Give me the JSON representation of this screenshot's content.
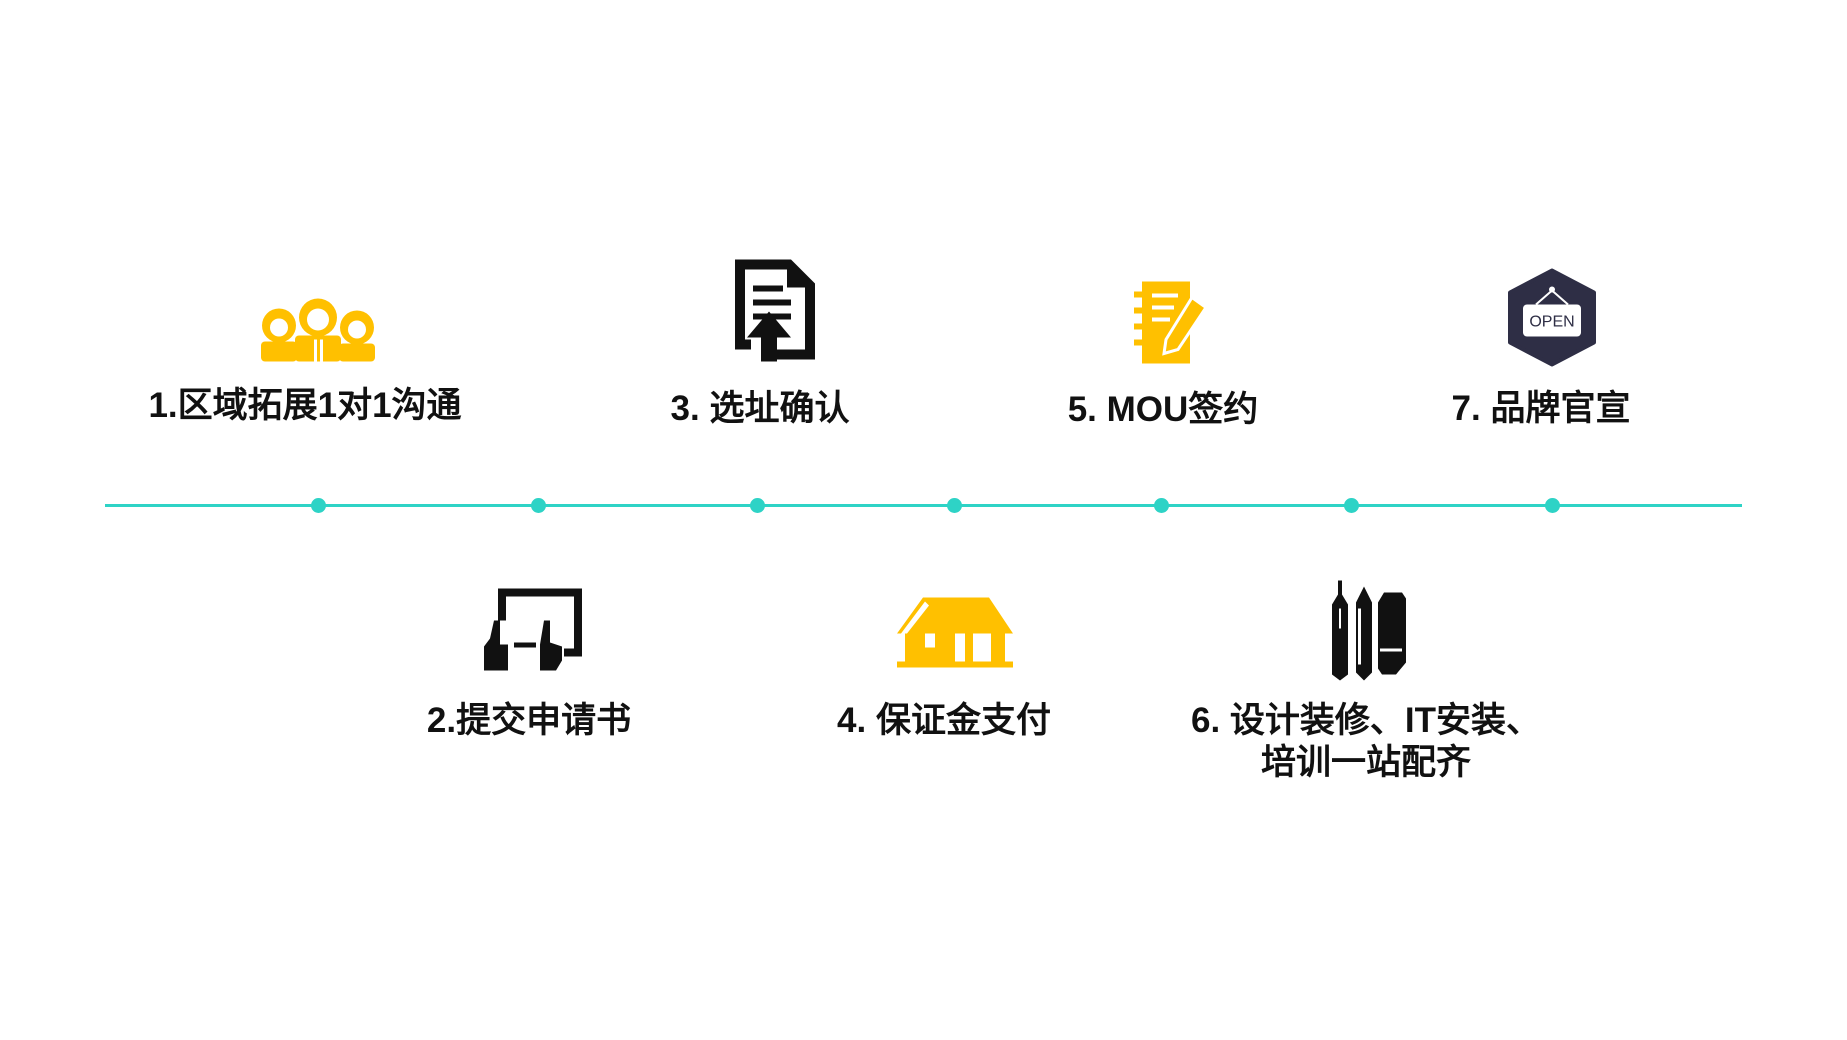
{
  "colors": {
    "accent": "#FFC000",
    "timeline": "#2ED3C6",
    "dark": "#2E2E45"
  },
  "steps": [
    {
      "label": "1.区域拓展1对1沟通",
      "icon": "people-icon"
    },
    {
      "label": "2.提交申请书",
      "icon": "tablet-touch-icon"
    },
    {
      "label": "3. 选址确认",
      "icon": "document-upload-icon"
    },
    {
      "label": "4. 保证金支付",
      "icon": "house-icon"
    },
    {
      "label": "5. MOU签约",
      "icon": "notepad-sign-icon"
    },
    {
      "label_line1": "6. 设计装修、IT安装、",
      "label_line2": "培训一站配齐",
      "icon": "design-tools-icon"
    },
    {
      "label": "7. 品牌官宣",
      "icon": "open-sign-icon",
      "sign_text": "OPEN"
    }
  ]
}
